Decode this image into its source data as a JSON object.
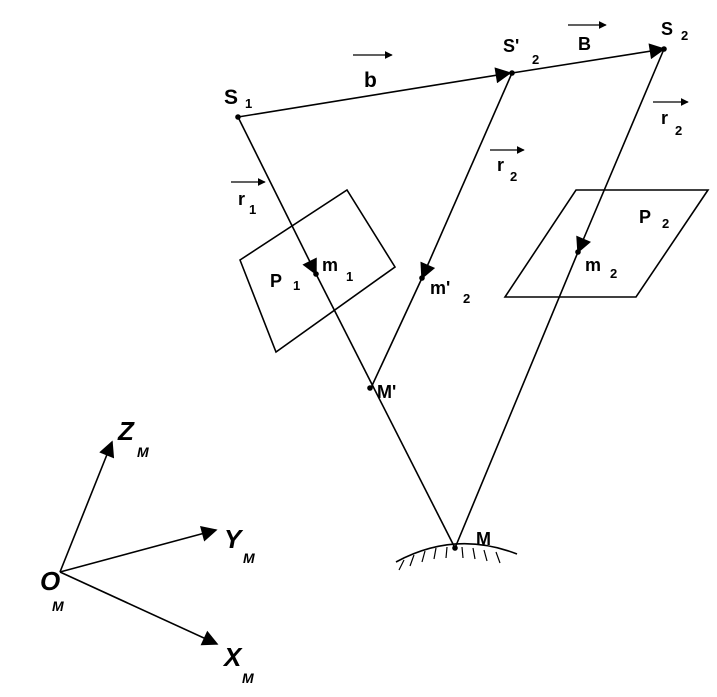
{
  "labels": {
    "S1": "S",
    "S1_sub": "1",
    "S2p": "S'",
    "S2p_sub": "2",
    "S2": "S",
    "S2_sub": "2",
    "b": "b",
    "B": "B",
    "r1": "r",
    "r1_sub": "1",
    "r2a": "r",
    "r2a_sub": "2",
    "r2b": "r",
    "r2b_sub": "2",
    "P1": "P",
    "P1_sub": "1",
    "P2": "P",
    "P2_sub": "2",
    "m1": "m",
    "m1_sub": "1",
    "m2p": "m'",
    "m2p_sub": "2",
    "m2": "m",
    "m2_sub": "2",
    "Mp": "M'",
    "M": "M"
  },
  "axes": {
    "origin": "O",
    "origin_sub": "M",
    "z": "Z",
    "z_sub": "M",
    "y": "Y",
    "y_sub": "M",
    "x": "X",
    "x_sub": "M"
  },
  "colors": {
    "ink": "#000000",
    "background": "#ffffff"
  }
}
